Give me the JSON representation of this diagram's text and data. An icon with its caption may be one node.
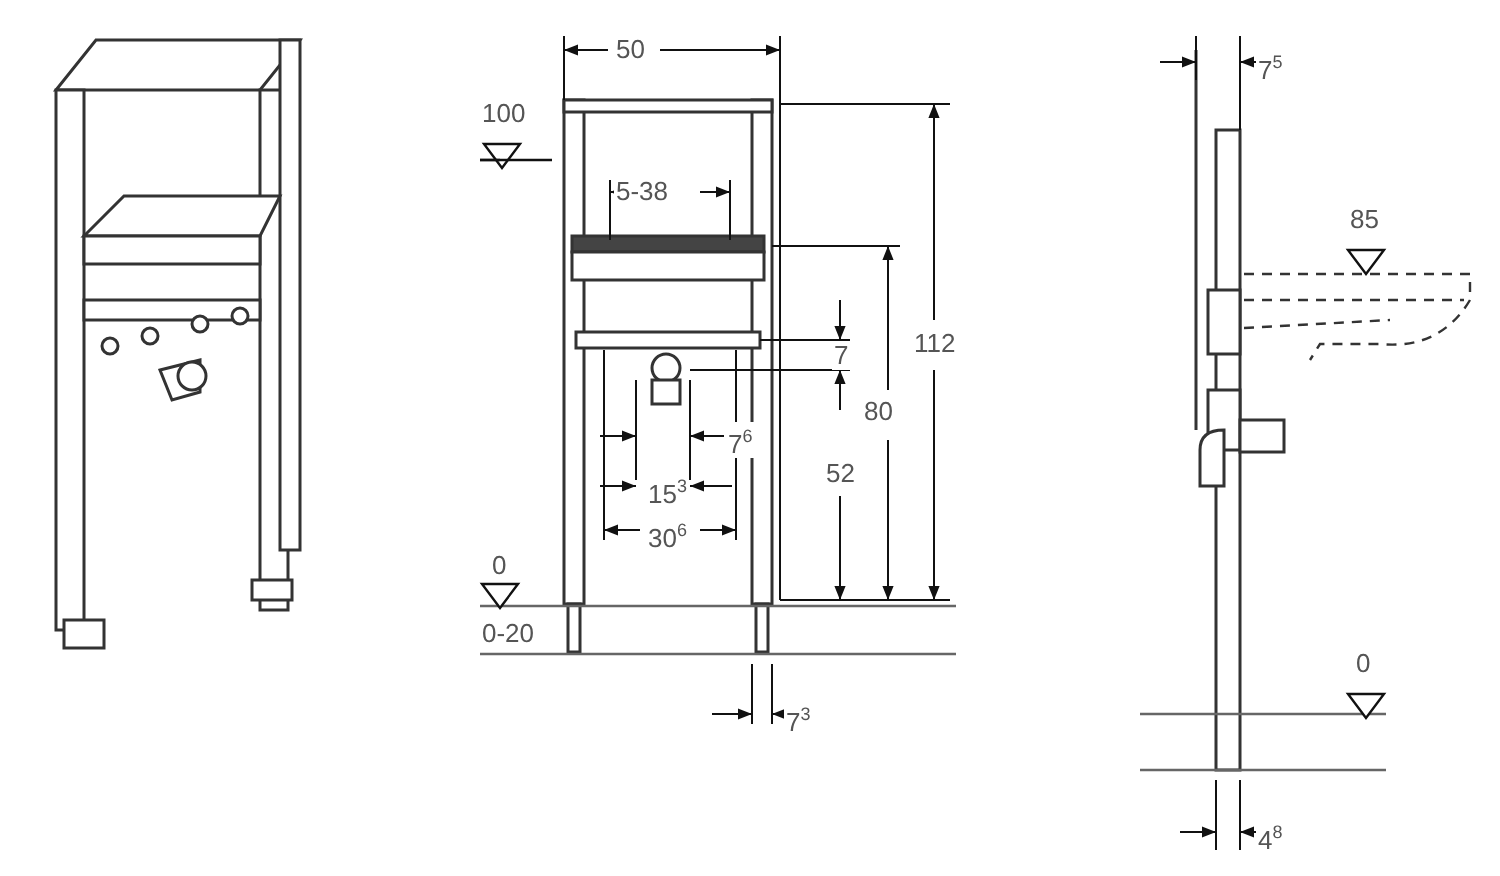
{
  "diagram": {
    "labels": [
      "50",
      "100",
      "5-38",
      "112",
      "7",
      "80",
      "7$^{6}$",
      "52",
      "15$^{3}$",
      "30$^{6}$",
      "0",
      "0-20",
      "7$^{3}$",
      "7$^{5}$",
      "85",
      "0",
      "4$^{8}$"
    ]
  }
}
